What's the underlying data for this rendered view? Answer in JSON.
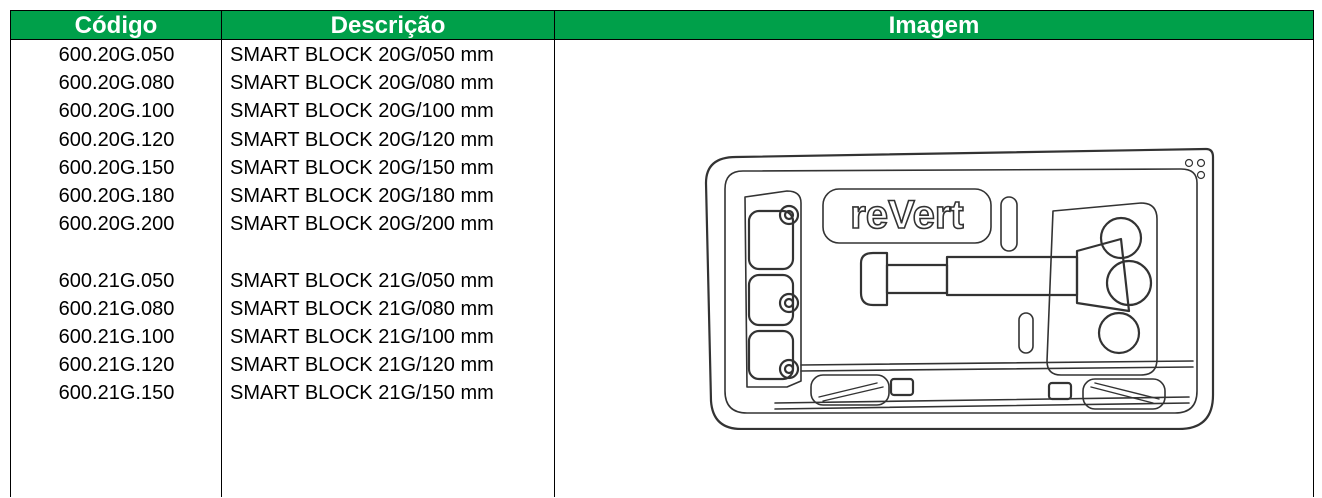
{
  "header": {
    "code": "Código",
    "description": "Descrição",
    "image": "Imagem"
  },
  "rows": [
    {
      "code": "600.20G.050",
      "description": "SMART BLOCK 20G/050 mm"
    },
    {
      "code": "600.20G.080",
      "description": "SMART BLOCK 20G/080 mm"
    },
    {
      "code": "600.20G.100",
      "description": "SMART BLOCK 20G/100 mm"
    },
    {
      "code": "600.20G.120",
      "description": "SMART BLOCK 20G/120 mm"
    },
    {
      "code": "600.20G.150",
      "description": "SMART BLOCK 20G/150 mm"
    },
    {
      "code": "600.20G.180",
      "description": "SMART BLOCK 20G/180 mm"
    },
    {
      "code": "600.20G.200",
      "description": "SMART BLOCK 20G/200 mm"
    },
    {
      "code": "",
      "description": ""
    },
    {
      "code": "600.21G.050",
      "description": "SMART BLOCK 21G/050 mm"
    },
    {
      "code": "600.21G.080",
      "description": "SMART BLOCK 21G/080 mm"
    },
    {
      "code": "600.21G.100",
      "description": "SMART BLOCK 21G/100 mm"
    },
    {
      "code": "600.21G.120",
      "description": "SMART BLOCK 21G/120 mm"
    },
    {
      "code": "600.21G.150",
      "description": "SMART BLOCK 21G/150 mm"
    }
  ],
  "image": {
    "logo_text": "reVert"
  },
  "colors": {
    "header_bg": "#00a04a",
    "header_text": "#ffffff",
    "line": "#000000"
  }
}
